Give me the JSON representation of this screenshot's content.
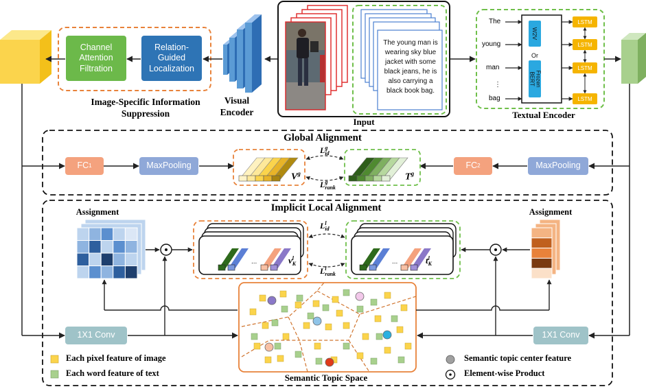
{
  "labels": {
    "input": "Input",
    "visual_encoder_1": "Visual",
    "visual_encoder_2": "Encoder",
    "textual_encoder": "Textual Encoder",
    "isis_1": "Image-Specific Information",
    "isis_2": "Suppression",
    "global_alignment": "Global Alignment",
    "implicit_local_alignment": "Implicit Local Alignment",
    "assignment_left": "Assignment",
    "assignment_right": "Assignment",
    "semantic_topic_space": "Semantic Topic Space",
    "caption_text": "The young man is wearing sky blue jacket with some black jeans, he is also carrying a black book bag."
  },
  "modules": {
    "channel_attention_1": "Channel",
    "channel_attention_2": "Attention",
    "channel_attention_3": "Filtration",
    "relation_guided_1": "Relation-",
    "relation_guided_2": "Guided",
    "relation_guided_3": "Localization",
    "fc1": "FC",
    "fc1_sub": "1",
    "fc2": "FC",
    "fc2_sub": "2",
    "maxpool_left": "MaxPooling",
    "maxpool_right": "MaxPooling",
    "conv_left": "1X1 Conv",
    "conv_right": "1X1 Conv"
  },
  "text_encoder": {
    "words": [
      "The",
      "young",
      "man",
      "⋮",
      "bag"
    ],
    "w2v": "W2V",
    "or": "Or",
    "bert_1": "Frozen",
    "bert_2": "BERT",
    "lstm": [
      "LSTM",
      "LSTM",
      "LSTM",
      "LSTM"
    ]
  },
  "math": {
    "vg": "V",
    "vg_sup": "g",
    "tg": "T",
    "tg_sup": "g",
    "vk": "v",
    "vk_sup": "l",
    "vk_sub": "K",
    "tk": "t",
    "tk_sup": "l",
    "tk_sub": "K",
    "l_id_g": "L",
    "l_id_g_sup": "g",
    "l_id_g_sub": "id",
    "l_rank_g": "L",
    "l_rank_g_sup": "g",
    "l_rank_g_sub": "rank",
    "l_id_l": "L",
    "l_id_l_sup": "l",
    "l_id_l_sub": "id",
    "l_rank_l": "L",
    "l_rank_l_sup": "l",
    "l_rank_l_sub": "rank",
    "dots_left": "...",
    "dots_right": "..."
  },
  "legend": {
    "pixel": "Each pixel feature of image",
    "word": "Each word feature of text",
    "topic_center": "Semantic topic center feature",
    "elementwise": "Element-wise Product"
  },
  "colors": {
    "orange_dash": "#e8823a",
    "green_dash": "#6fbf4a",
    "channel_attention": "#6cb94a",
    "relation_guided": "#2e74b5",
    "fc": "#f4a27e",
    "maxpool": "#8fa8d8",
    "conv": "#9fc3c8",
    "yellow_pixel": "#fbd44c",
    "green_word": "#a8d08d",
    "gray_center": "#a0a0a0"
  }
}
